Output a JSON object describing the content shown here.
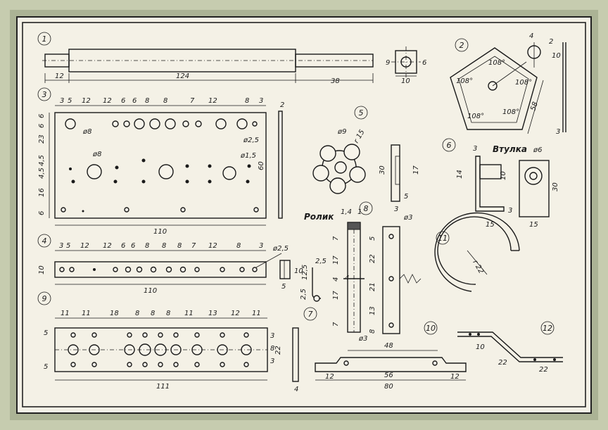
{
  "sheet": {
    "part_numbers": [
      "1",
      "2",
      "3",
      "4",
      "5",
      "6",
      "7",
      "8",
      "9",
      "10",
      "11",
      "12"
    ],
    "labels": {
      "sleeve": "Втулка",
      "roller": "Ролик"
    },
    "p1": {
      "d1": "12",
      "d2": "124",
      "d3": "38",
      "d_small": "9",
      "d_end": "6",
      "d_w": "10"
    },
    "p2": {
      "a1": "108°",
      "a2": "108°",
      "a3": "108°",
      "a4": "108°",
      "a5": "108°",
      "d4": "4",
      "d2": "2",
      "d10": "10",
      "d58": "58",
      "d3": "3"
    },
    "p3": {
      "top_dims": [
        "3",
        "5",
        "12",
        "12",
        "6",
        "6",
        "8",
        "8",
        "7",
        "12",
        "8",
        "3"
      ],
      "side_dims": [
        "6",
        "6",
        "23",
        "4,5",
        "4,5",
        "16",
        "6"
      ],
      "d_hole1": "ø8",
      "d_hole2": "ø8",
      "d_hole3": "ø2,5",
      "d_hole4": "ø1,5",
      "width": "110",
      "height": "60",
      "thick": "2"
    },
    "p4": {
      "top_dims": [
        "3",
        "5",
        "12",
        "12",
        "6",
        "6",
        "8",
        "8",
        "8",
        "7",
        "12",
        "8",
        "3"
      ],
      "height": "10",
      "width": "110",
      "d_hole": "ø2,5",
      "d5": "5",
      "d10": "10"
    },
    "p5": {
      "d_hole": "ø9",
      "r": "r 15",
      "d30": "30",
      "d17": "17",
      "d3": "3",
      "d5": "5"
    },
    "p6": {
      "d_hole": "ø6",
      "d3": "3",
      "d14": "14",
      "d10": "10",
      "d15a": "15",
      "d15b": "15",
      "d30": "30",
      "d3b": "3"
    },
    "p7": {
      "d25": "2,5",
      "d125": "12,5",
      "d25b": "2,5",
      "d4": "4"
    },
    "p8": {
      "d14": "1,4",
      "d1": "1",
      "d7": "7",
      "d17a": "17",
      "d4": "4",
      "d17b": "17",
      "d7b": "7",
      "d5": "5",
      "d22": "22",
      "d21": "21",
      "d13": "13",
      "d8": "8",
      "d_hole": "ø3",
      "d_hole2": "ø3"
    },
    "p9": {
      "top_dims": [
        "11",
        "11",
        "18",
        "8",
        "8",
        "8",
        "11",
        "13",
        "12",
        "11"
      ],
      "side_dims": [
        "5",
        "3",
        "8",
        "3",
        "5"
      ],
      "height": "22",
      "width": "111",
      "d4": "4"
    },
    "p10": {
      "d48": "48",
      "d12": "12",
      "d56": "56",
      "d80": "80",
      "d12b": "12"
    },
    "p11": {
      "r": "r 22"
    },
    "p12": {
      "d10": "10",
      "d22a": "22",
      "d22b": "22"
    }
  }
}
